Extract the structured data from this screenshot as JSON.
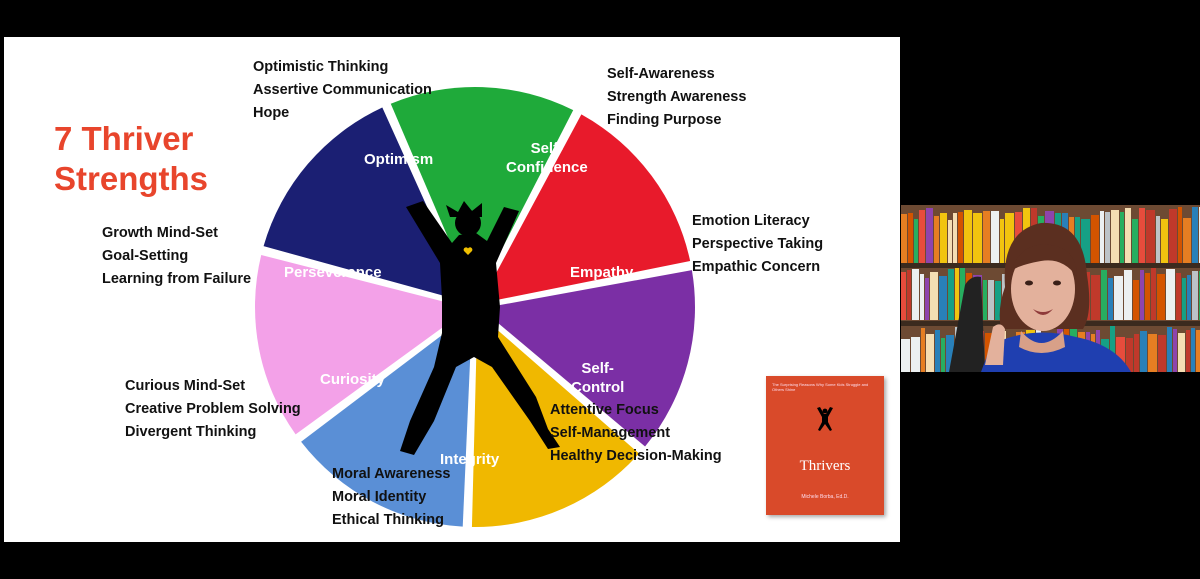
{
  "slide": {
    "title_line1": "7 Thriver",
    "title_line2": "Strengths",
    "segments": [
      {
        "name": "optimism",
        "label": "Optimism",
        "color": "#1faa3a"
      },
      {
        "name": "self-confidence",
        "label": "Self-\nConfidence",
        "color": "#e81a2b"
      },
      {
        "name": "empathy",
        "label": "Empathy",
        "color": "#7b2fa5"
      },
      {
        "name": "self-control",
        "label": "Self-\nControl",
        "color": "#f0b800"
      },
      {
        "name": "integrity",
        "label": "Integrity",
        "color": "#5a8fd6"
      },
      {
        "name": "curiosity",
        "label": "Curiosity",
        "color": "#f3a1e8"
      },
      {
        "name": "perseverance",
        "label": "Perseverance",
        "color": "#1b1f73"
      }
    ],
    "groups": {
      "optimism": [
        "Optimistic Thinking",
        "Assertive Communication",
        "Hope"
      ],
      "self_confidence": [
        "Self-Awareness",
        "Strength Awareness",
        "Finding Purpose"
      ],
      "empathy": [
        "Emotion Literacy",
        "Perspective Taking",
        "Empathic Concern"
      ],
      "self_control": [
        "Attentive Focus",
        "Self-Management",
        "Healthy Decision-Making"
      ],
      "integrity": [
        "Moral Awareness",
        "Moral Identity",
        "Ethical Thinking"
      ],
      "curiosity": [
        "Curious Mind-Set",
        "Creative Problem Solving",
        "Divergent Thinking"
      ],
      "perseverance": [
        "Growth Mind-Set",
        "Goal-Setting",
        "Learning from Failure"
      ]
    },
    "book": {
      "title": "Thrivers",
      "tagline": "The Surprising Reasons Why Some Kids Struggle and Others Shine",
      "author": "Michele Borba, Ed.D."
    }
  },
  "video": {
    "background_color": "#6d4a33"
  }
}
